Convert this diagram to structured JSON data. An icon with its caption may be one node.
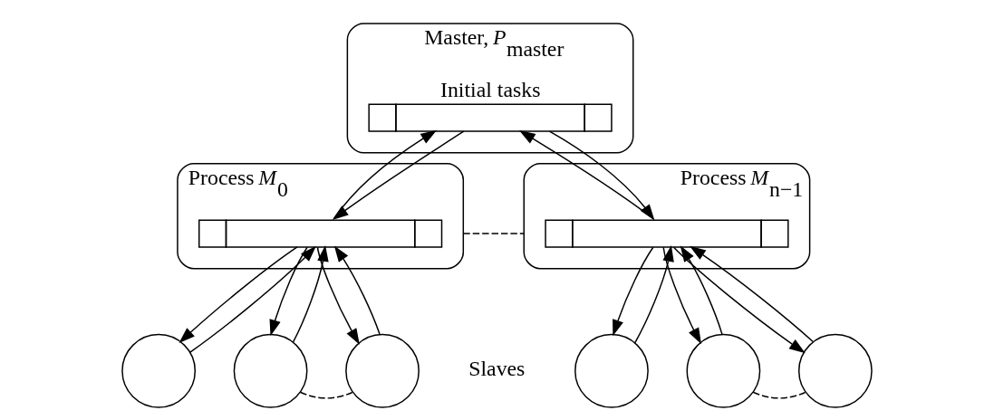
{
  "diagram": {
    "nodes": [
      {
        "text": [
          "Master, P$_{master}$"
        ]
      },
      {
        "text": [],
        "shape": "bar",
        "in": 0,
        "beside": [
          "Initial tasks"
        ]
      },
      {
        "text": [
          "Process M$_{0}$"
        ]
      },
      {
        "text": [],
        "shape": "bar",
        "in": 2
      },
      {
        "text": [
          "Process M$_{n−1}$"
        ]
      },
      {
        "text": [],
        "shape": "bar",
        "in": 4
      },
      {
        "text": [],
        "shape": "circle"
      },
      {
        "text": [],
        "shape": "circle"
      },
      {
        "text": [],
        "shape": "circle"
      },
      {
        "text": [],
        "shape": "circle"
      },
      {
        "text": [],
        "shape": "circle"
      },
      {
        "text": [],
        "shape": "circle"
      }
    ],
    "edges": [
      {
        "from": 1,
        "to": 3,
        "arrow": "to"
      },
      {
        "from": 3,
        "to": 1,
        "arrow": "to"
      },
      {
        "from": 1,
        "to": 5,
        "arrow": "to"
      },
      {
        "from": 5,
        "to": 1,
        "arrow": "to"
      },
      {
        "from": 2,
        "to": 4,
        "arrow": "none",
        "style": "dashed"
      },
      {
        "from": 6,
        "to": 3,
        "arrow": "to"
      },
      {
        "from": 3,
        "to": 6,
        "arrow": "to"
      },
      {
        "from": 7,
        "to": 3,
        "arrow": "to"
      },
      {
        "from": 3,
        "to": 7,
        "arrow": "to"
      },
      {
        "from": 3,
        "to": 8,
        "arrow": "to"
      },
      {
        "from": 8,
        "to": 3,
        "arrow": "to"
      },
      {
        "from": 7,
        "to": 8,
        "arrow": "none",
        "style": "dashed"
      },
      {
        "from": 9,
        "to": 5,
        "arrow": "to"
      },
      {
        "from": 5,
        "to": 9,
        "arrow": "to"
      },
      {
        "from": 10,
        "to": 5,
        "arrow": "to"
      },
      {
        "from": 5,
        "to": 10,
        "arrow": "to"
      },
      {
        "from": 5,
        "to": 11,
        "arrow": "to"
      },
      {
        "from": 11,
        "to": 5,
        "arrow": "to"
      },
      {
        "from": 10,
        "to": 11,
        "arrow": "none",
        "style": "dashed"
      }
    ],
    "labels": [
      "Slaves"
    ]
  }
}
